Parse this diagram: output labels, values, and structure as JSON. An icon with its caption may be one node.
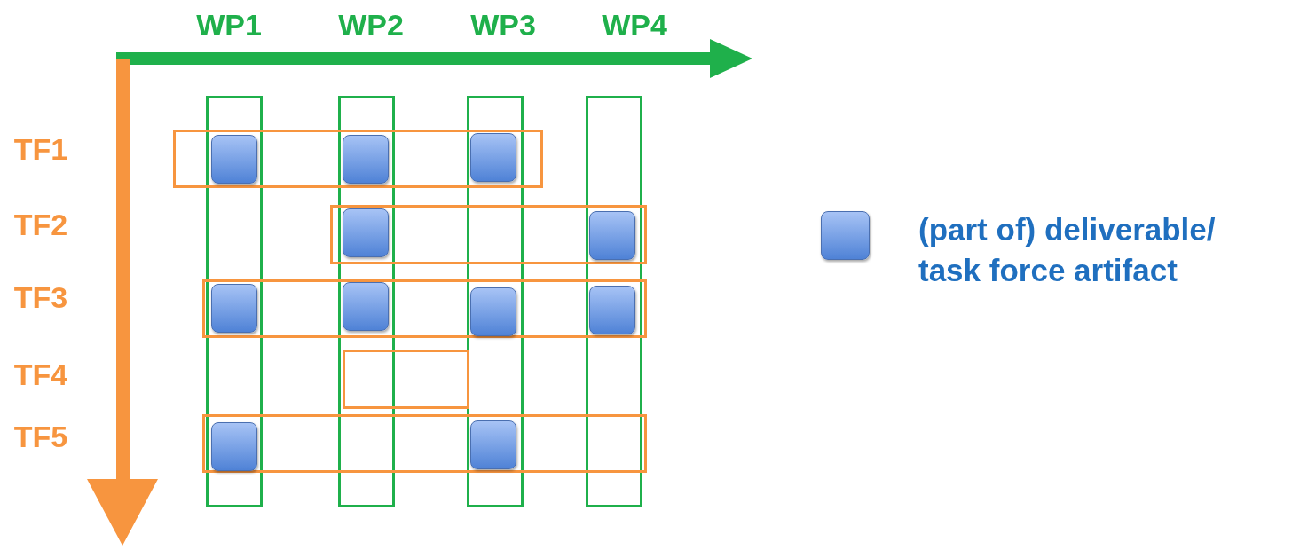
{
  "diagram": {
    "nodes": [
      {
        "text": [],
        "shape": "box"
      },
      {
        "text": [],
        "shape": "box"
      },
      {
        "text": [],
        "shape": "box"
      },
      {
        "text": [],
        "shape": "box"
      },
      {
        "text": [],
        "shape": "box"
      },
      {
        "text": [],
        "shape": "box"
      },
      {
        "text": [],
        "shape": "box"
      },
      {
        "text": [],
        "shape": "box"
      },
      {
        "text": [],
        "shape": "box"
      },
      {
        "text": [],
        "shape": "square"
      },
      {
        "text": [],
        "shape": "square"
      },
      {
        "text": [],
        "shape": "square"
      },
      {
        "text": [],
        "shape": "square"
      },
      {
        "text": [],
        "shape": "square"
      },
      {
        "text": [],
        "shape": "square"
      },
      {
        "text": [],
        "shape": "square"
      },
      {
        "text": [],
        "shape": "square"
      },
      {
        "text": [],
        "shape": "square"
      },
      {
        "text": [],
        "shape": "square"
      },
      {
        "text": [],
        "shape": "square"
      }
    ],
    "edges": [],
    "labels": [
      "WP1",
      "WP2",
      "WP3",
      "WP4",
      "TF1",
      "TF2",
      "TF3",
      "TF4",
      "TF5"
    ],
    "legend": [
      {
        "text": "(part of) deliverable/ task force artifact"
      }
    ]
  }
}
